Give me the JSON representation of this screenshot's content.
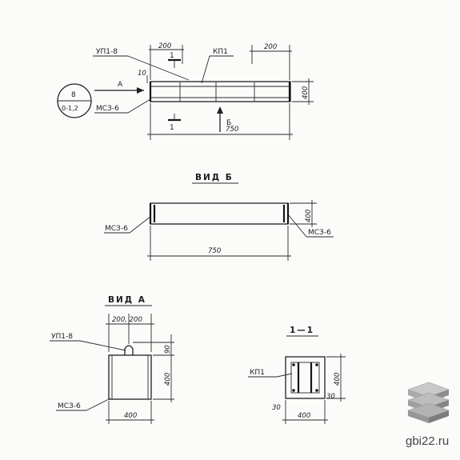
{
  "plan": {
    "marks": {
      "upn": "УП1-8",
      "kp": "КП1",
      "mse": "МСЗ-6"
    },
    "dims": {
      "left_200": "200",
      "right_200": "200",
      "height_400": "400",
      "length_750": "750",
      "gap_10": "10"
    },
    "arrows": {
      "a": "А",
      "b": "Б"
    },
    "section": {
      "top": "1",
      "bottom": "1"
    },
    "callout": {
      "number": "8",
      "sheet": "0-1,2"
    }
  },
  "view_b": {
    "title": "ВИД Б",
    "mark_left": "МСЗ-6",
    "mark_right": "МСЗ-6",
    "dim_height": "400",
    "dim_length": "750"
  },
  "view_a": {
    "title": "ВИД А",
    "upn": "УП1-8",
    "mse": "МСЗ-6",
    "dim_top": "200, 200",
    "dim_90": "90",
    "dim_400_v": "400",
    "dim_400_h": "400"
  },
  "section_11": {
    "title": "1—1",
    "kp": "КП1",
    "dim_30_a": "30",
    "dim_30_b": "30",
    "dim_400_v": "400",
    "dim_400_h": "400"
  },
  "watermark": {
    "text": "gbi22.ru"
  }
}
